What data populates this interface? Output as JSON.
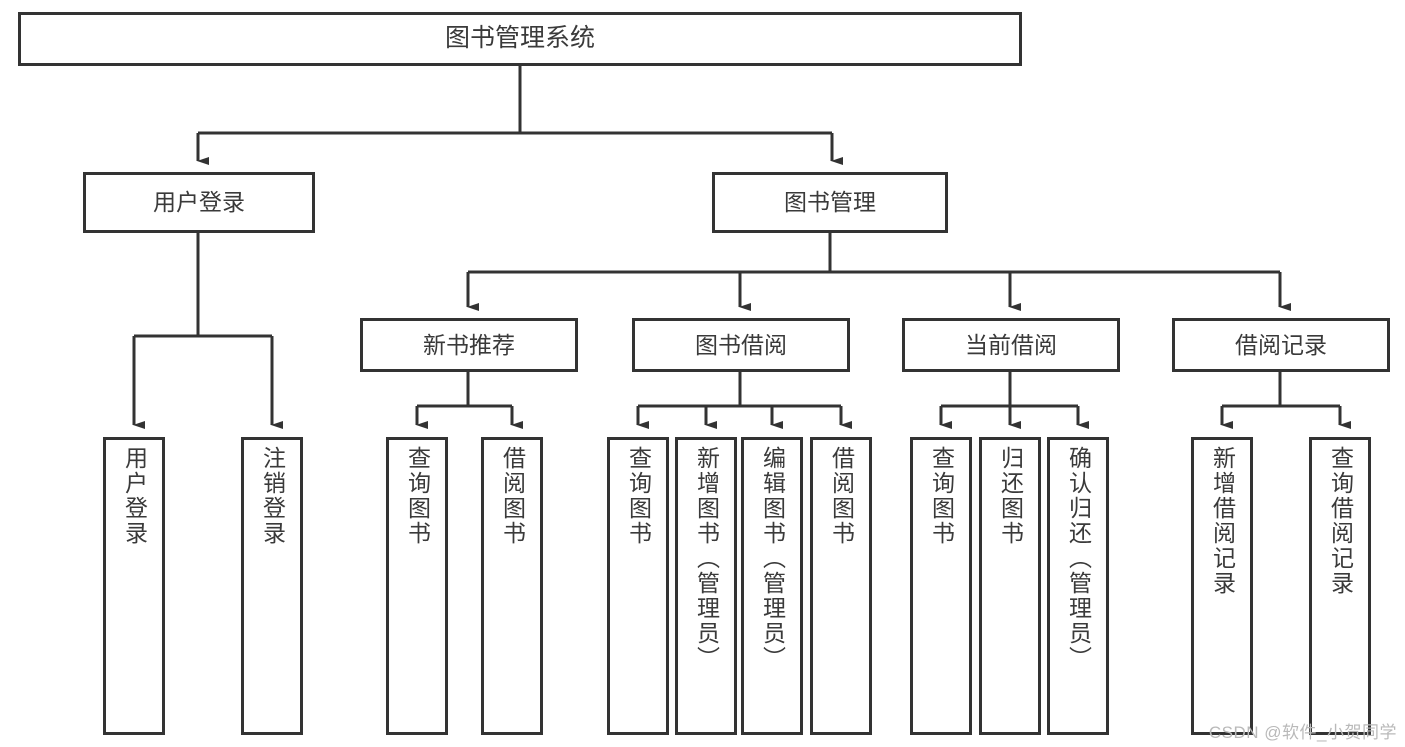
{
  "diagram": {
    "title": "图书管理系统",
    "type": "tree",
    "line_color": "#333333",
    "box_fill": "#ffffff",
    "text_color": "#3a3a3a",
    "background": "#ffffff"
  },
  "root": {
    "label": "图书管理系统"
  },
  "level2": [
    {
      "label": "用户登录"
    },
    {
      "label": "图书管理"
    }
  ],
  "level3": [
    {
      "label": "新书推荐"
    },
    {
      "label": "图书借阅"
    },
    {
      "label": "当前借阅"
    },
    {
      "label": "借阅记录"
    }
  ],
  "leaves": {
    "user_login": [
      {
        "label": "用户登录"
      },
      {
        "label": "注销登录"
      }
    ],
    "new_book_recommend": [
      {
        "label": "查询图书"
      },
      {
        "label": "借阅图书"
      }
    ],
    "book_borrow": [
      {
        "label": "查询图书"
      },
      {
        "label": "新增图书（管理员）"
      },
      {
        "label": "编辑图书（管理员）"
      },
      {
        "label": "借阅图书"
      }
    ],
    "current_borrow": [
      {
        "label": "查询图书"
      },
      {
        "label": "归还图书"
      },
      {
        "label": "确认归还（管理员）"
      }
    ],
    "borrow_record": [
      {
        "label": "新增借阅记录"
      },
      {
        "label": "查询借阅记录"
      }
    ]
  },
  "watermark": {
    "text": "CSDN @软件_小贺同学"
  }
}
